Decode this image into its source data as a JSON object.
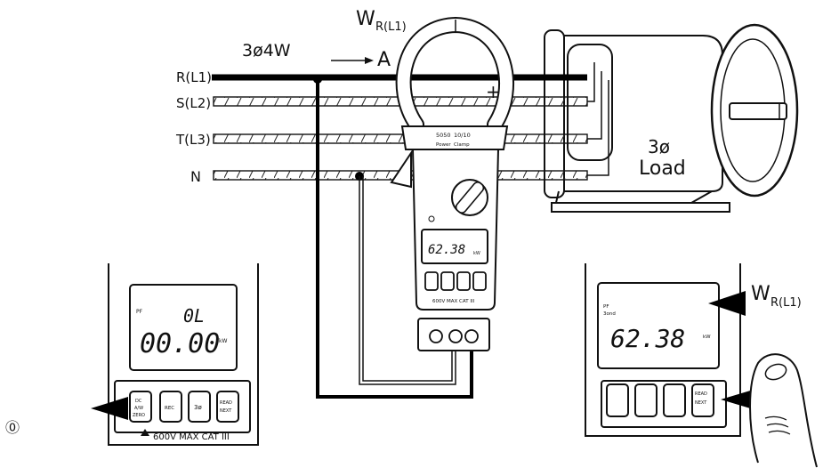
{
  "diagram": {
    "system_label": "3ø4W",
    "lines": {
      "r": "R(L1)",
      "s": "S(L2)",
      "t": "T(L3)",
      "n": "N"
    },
    "measurement": {
      "label_main": "W",
      "label_sub": "R(L1)",
      "current_label": "A",
      "plus_sign": "+"
    },
    "load": {
      "line1": "3ø",
      "line2": "Load"
    }
  },
  "main_meter": {
    "model": "5050",
    "subtitle_line1": "10/10",
    "brand_line1": "Power",
    "brand_line2": "Clamp",
    "lcd_value": "62.38",
    "lcd_unit": "kW",
    "cat_label": "600V MAX CAT III"
  },
  "left_meter": {
    "pf_label": "PF",
    "lcd_top": "0L",
    "lcd_value": "00.00",
    "lcd_unit": "kW",
    "buttons": {
      "dc_line1": "DC",
      "dc_line2": "A/W",
      "dc_line3": "ZERO",
      "rec": "REC",
      "three_phase": "3ø",
      "read_line1": "READ",
      "read_line2": "NEXT"
    },
    "cat_label": "600V MAX CAT III"
  },
  "right_meter": {
    "pf_label": "PF",
    "phase_label": "3ond",
    "lcd_value": "62.38",
    "lcd_unit": "kW",
    "reading_label_main": "W",
    "reading_label_sub": "R(L1)",
    "read_line1": "READ",
    "read_line2": "NEXT"
  },
  "step_marker": "⓪"
}
